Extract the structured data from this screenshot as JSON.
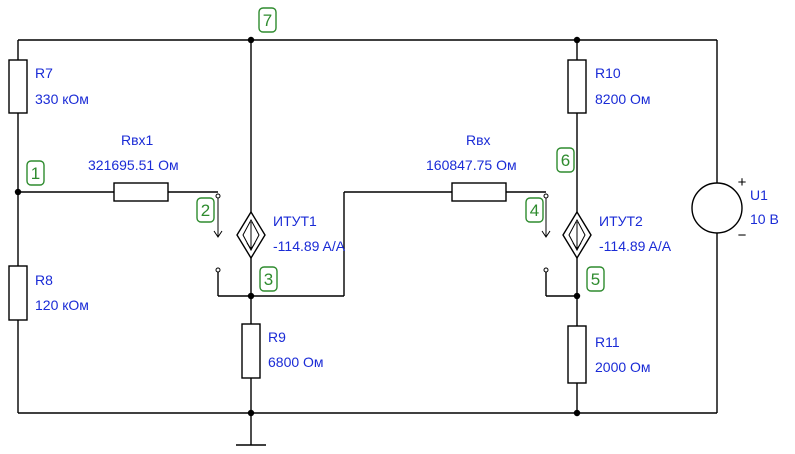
{
  "components": {
    "r7": {
      "name": "R7",
      "value": "330 кОм"
    },
    "r8": {
      "name": "R8",
      "value": "120 кОм"
    },
    "r9": {
      "name": "R9",
      "value": "6800 Ом"
    },
    "r10": {
      "name": "R10",
      "value": "8200 Ом"
    },
    "r11": {
      "name": "R11",
      "value": "2000 Ом"
    },
    "rvx1": {
      "name": "Rвх1",
      "value": "321695.51 Ом"
    },
    "rvx": {
      "name": "Rвх",
      "value": "160847.75 Ом"
    },
    "itut1": {
      "name": "ИТУТ1",
      "value": "-114.89 A/A"
    },
    "itut2": {
      "name": "ИТУТ2",
      "value": "-114.89 A/A"
    },
    "u1": {
      "name": "U1",
      "value": "10 В",
      "plus": "+",
      "minus": "−"
    }
  },
  "nodes": {
    "n1": "1",
    "n2": "2",
    "n3": "3",
    "n4": "4",
    "n5": "5",
    "n6": "6",
    "n7": "7"
  }
}
